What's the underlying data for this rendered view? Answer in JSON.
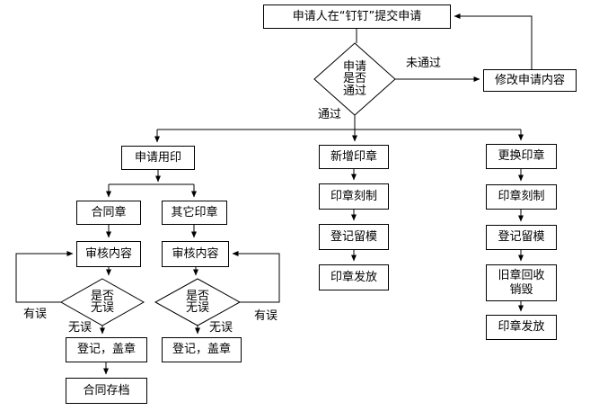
{
  "diagram": {
    "nodes": {
      "submit": "申请人在“钉钉”提交申请",
      "modify": "修改申请内容",
      "apply_seal": "申请用印",
      "new_seal": "新增印章",
      "replace_seal": "更换印章",
      "contract_seal": "合同章",
      "other_seal": "其它印章",
      "review_left": "审核内容",
      "review_right": "审核内容",
      "register_left": "登记，盖章",
      "register_right": "登记，盖章",
      "archive": "合同存档",
      "engrave_mid": "印章刻制",
      "mold_mid": "登记留模",
      "issue_mid": "印章发放",
      "engrave_right": "印章刻制",
      "mold_right": "登记留模",
      "recycle_right": "旧章回收\n销毁",
      "issue_right": "印章发放"
    },
    "decisions": {
      "approve": "申请\n是否\n通过",
      "check_left": "是否\n无误",
      "check_right": "是否\n无误"
    },
    "edge_labels": {
      "not_passed": "未通过",
      "passed": "通过",
      "error_left": "有误",
      "ok_left": "无误",
      "ok_right": "无误",
      "error_right": "有误"
    },
    "colors": {
      "line": "#000000",
      "node_fill": "#ffffff",
      "text": "#000000",
      "background": "#ffffff"
    }
  }
}
